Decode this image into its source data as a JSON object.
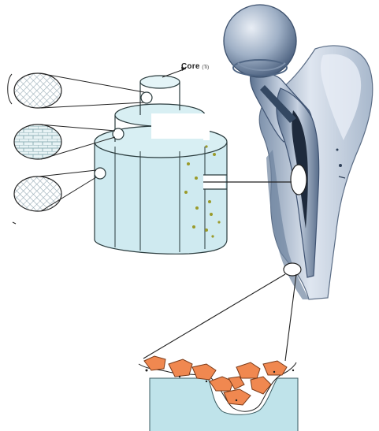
{
  "labels": {
    "core_main": "Core",
    "core_sub": "(Ti)"
  },
  "icons": {
    "arrow": "arrow-pointer-icon"
  },
  "colors": {
    "cylinder_fill": "#cfeaf0",
    "cylinder_stroke": "#2a3b3d",
    "bone_light": "#dfe6f0",
    "bone_mid": "#8ea3bd",
    "bone_dark": "#3b4f6b",
    "particle_fill": "#f08850",
    "substrate_fill": "#bfe3ea",
    "dot_fill": "#9a9a2a"
  },
  "layers": [
    {
      "pattern": "crosshatch"
    },
    {
      "pattern": "brick"
    },
    {
      "pattern": "crosshatch"
    }
  ]
}
